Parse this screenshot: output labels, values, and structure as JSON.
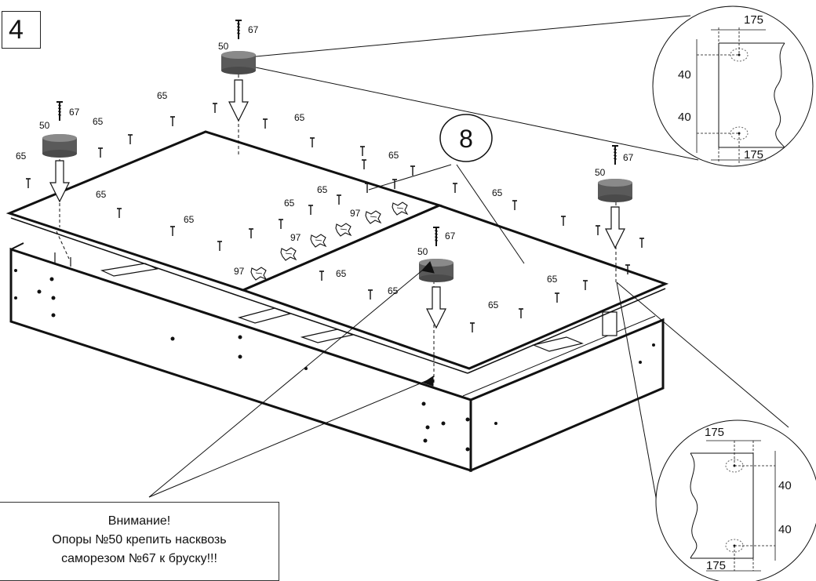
{
  "step_number": "4",
  "part_callout": "8",
  "labels": {
    "screw_top": "67",
    "support": "50",
    "screw_side": "65",
    "clip": "97"
  },
  "detail_top": {
    "dim_top": "175",
    "dim_bottom": "175",
    "dim_upper": "40",
    "dim_lower": "40"
  },
  "detail_bottom": {
    "dim_top": "175",
    "dim_bottom": "175",
    "dim_upper": "40",
    "dim_lower": "40"
  },
  "warning": {
    "line1": "Внимание!",
    "line2": "Опоры №50 крепить насквозь",
    "line3": "саморезом №67 к бруску!!!"
  }
}
